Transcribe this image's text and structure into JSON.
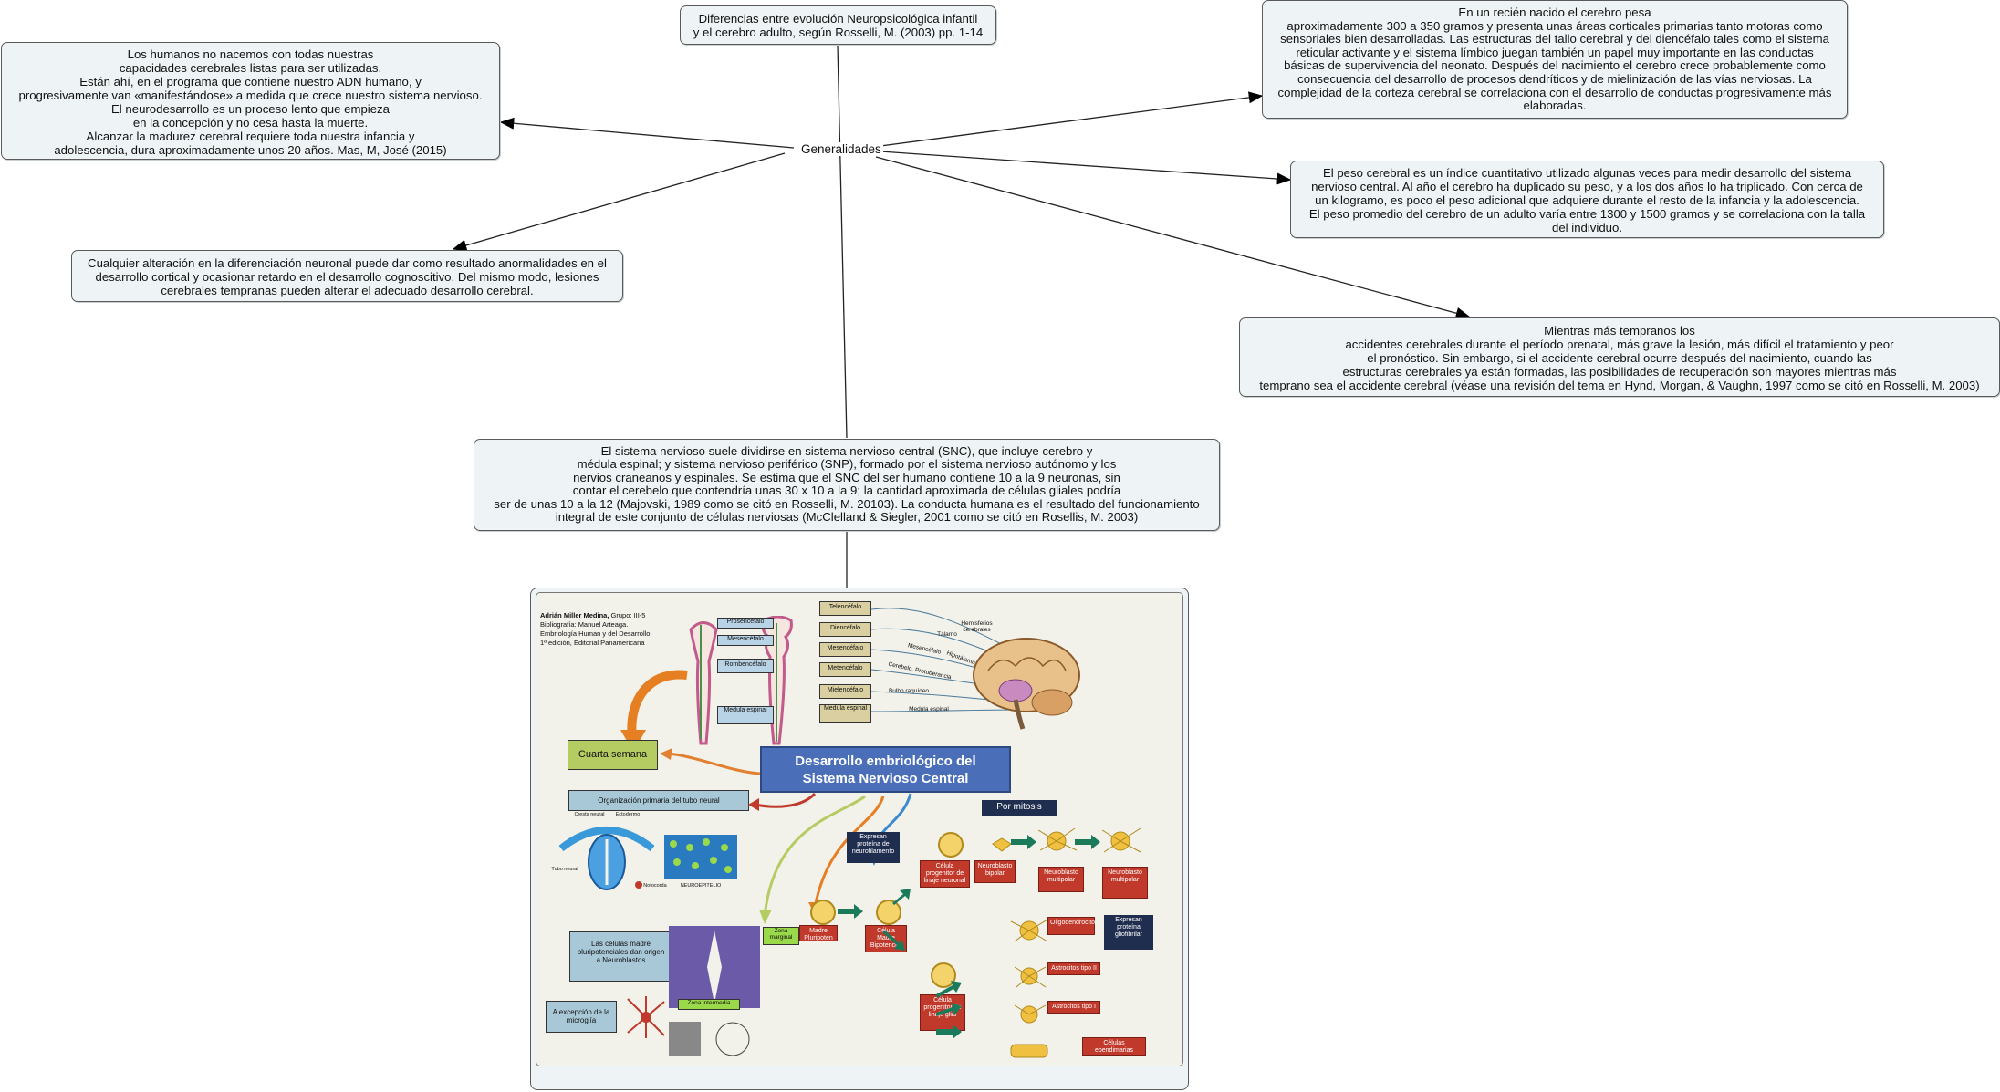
{
  "center": {
    "label": "Generalidades"
  },
  "title_node": "Diferencias entre evolución Neuropsicológica infantil\ny el cerebro adulto, según Rosselli, M. (2003) pp. 1-14",
  "nodes": {
    "humanos": "Los humanos no nacemos con todas nuestras\ncapacidades cerebrales listas para ser utilizadas.\nEstán ahí, en el programa que contiene nuestro ADN humano, y\nprogresivamente van «manifestándose» a medida que crece nuestro sistema nervioso.\nEl neurodesarrollo es un proceso lento que empieza\nen la concepción y no cesa hasta la muerte.\nAlcanzar la madurez cerebral requiere toda nuestra infancia y\nadolescencia, dura aproximadamente unos 20 años. Mas, M, José (2015)",
    "alteracion": "Cualquier alteración en la diferenciación neuronal puede dar como resultado anormalidades en el\ndesarrollo cortical y ocasionar retardo en el desarrollo cognoscitivo. Del mismo modo, lesiones\ncerebrales tempranas pueden alterar el adecuado desarrollo cerebral.",
    "recien_nacido": "En un recién nacido el cerebro pesa\naproximadamente 300 a 350 gramos y presenta unas áreas corticales primarias tanto motoras como\nsensoriales bien desarrolladas. Las estructuras del tallo cerebral y del diencéfalo tales como el sistema\nreticular activante y el sistema límbico juegan también un papel muy importante en las conductas\nbásicas de supervivencia del neonato. Después del nacimiento el cerebro crece probablemente como\nconsecuencia del desarrollo de procesos dendríticos y de mielinización de las vías nerviosas. La\ncomplejidad de la corteza cerebral se correlaciona con el desarrollo de conductas progresivamente más\nelaboradas.",
    "peso": "El peso cerebral es un índice cuantitativo utilizado algunas veces para medir desarrollo del sistema\nnervioso central. Al año el cerebro ha duplicado su peso, y a los dos años lo ha triplicado. Con cerca de\nun kilogramo, es poco el peso adicional que adquiere durante el resto de la infancia y la adolescencia.\nEl peso promedio del cerebro de un adulto varía entre 1300 y 1500 gramos y se correlaciona con la talla\ndel individuo.",
    "tempranos": "Mientras más tempranos los\naccidentes cerebrales durante el período prenatal, más grave la lesión, más difícil el tratamiento y peor\nel pronóstico. Sin embargo, si el accidente cerebral ocurre después del nacimiento, cuando las\nestructuras cerebrales ya están formadas, las posibilidades de recuperación son mayores mientras más\ntemprano sea el accidente cerebral (véase una revisión del tema en Hynd, Morgan, & Vaughn, 1997 como se citó en Rosselli, M. 2003)",
    "sistema": "El sistema nervioso suele dividirse en sistema nervioso central (SNC), que incluye cerebro y\nmédula espinal; y sistema nervioso periférico (SNP), formado por el sistema nervioso autónomo y los\nnervios craneanos y espinales. Se estima que el SNC del ser humano contiene 10 a la 9 neuronas, sin\ncontar el cerebelo que contendría unas 30 x 10 a la 9; la cantidad aproximada de células gliales podría\nser de unas 10 a la 12 (Majovski, 1989 como se citó en Rosselli, M. 20103). La conducta humana es el resultado del funcionamiento\nintegral de este conjunto de células nerviosas (McClelland & Siegler, 2001 como se citó en Rosellis, M. 2003)"
  },
  "image": {
    "credits": {
      "line1_name": "Adrián Miller Medina,",
      "line1_group": "Grupo: III-5",
      "line2": "Bibliografía: Manuel Arteaga.",
      "line3": "Embriología Human y del Desarrollo.",
      "line4": "1ª edición, Editorial Panamericana"
    },
    "main_title": "Desarrollo embriológico del Sistema Nervioso Central",
    "cuarta_semana": "Cuarta semana",
    "organizacion": "Organización primaria del tubo neural",
    "por_mitosis": "Por mitosis",
    "vesicles_left": [
      "Prosencéfalo",
      "Mesencéfalo",
      "Rombencéfalo",
      "Medula espinal"
    ],
    "vesicles_right": [
      "Telencéfalo",
      "Diencéfalo",
      "Mesencéfalo",
      "Metencéfalo",
      "Mielencéfalo",
      "Medula espinal"
    ],
    "brain_labels": [
      "Hemisferios cerebrales",
      "Tálamo",
      "Hipotálamo",
      "Mesencéfalo",
      "Cerebelo, Protuberancia",
      "Bulbo raquídeo",
      "Medula espinal"
    ],
    "celulas_madre": "Las células madre pluripotenciales dan origen a Neuroblastos",
    "microglia": "A excepción de la microglía",
    "zona_marginal": "Zona marginal",
    "zona_intermedia": "Zona intermedia",
    "madre_pluripoten": "Madre Pluripoten",
    "madre_bipotencial": "Célula Madre Bipotencial",
    "expresan_neuro": "Expresan proteína de neurofilamento",
    "expresan_glio": "Expresan proteína gliofibrilar",
    "progenitor_neuronal": "Célula progenitor de linaje neuronal",
    "progenitor_glial": "Célula progenitor de linaje glial",
    "neuroblasto_bipolar": "Neuroblasto bipolar",
    "neuroblasto_multi1": "Neuroblasto multipolar",
    "neuroblasto_multi2": "Neuroblasto multipolar",
    "oligodendrocito": "Oligodendrocito",
    "astrocito2": "Astrocitos tipo II",
    "astrocito1": "Astrocitos tipo I",
    "ependimarias": "Células ependimarias",
    "neuroepitelio": "NEUROEPITELIO",
    "notocorda": "Notocorda",
    "cresta": "Cresta neural",
    "ectodermo": "Ectodermo",
    "tubo": "Tubo neural"
  },
  "colors": {
    "node_bg": "#eef4f5",
    "node_border": "#5a5a5a",
    "title_box": "#4a6fb8",
    "red_box": "#c0392b",
    "navy_box": "#1f2d4e",
    "green_box": "#b5cc62"
  }
}
